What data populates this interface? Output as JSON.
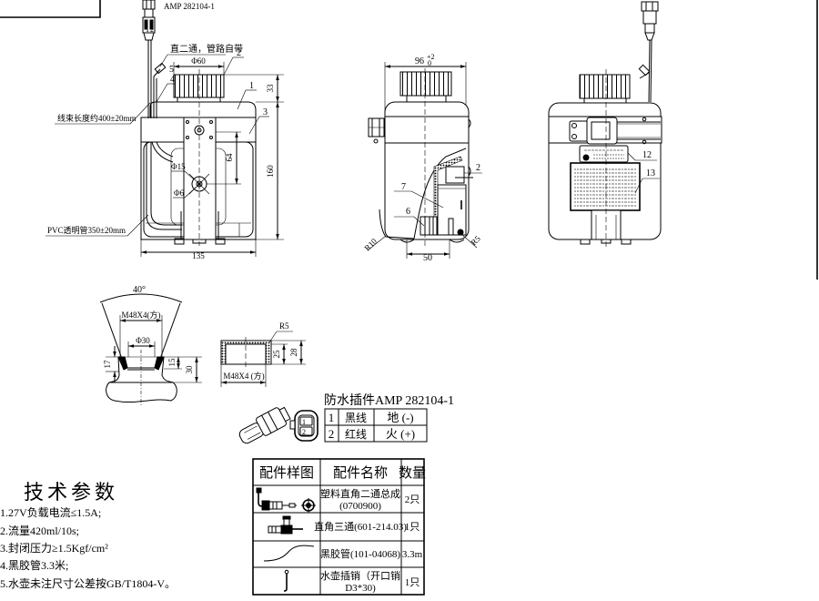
{
  "front_view": {
    "connector_label": "AMP 282104-1",
    "fitting_note": "直二通，管路自带",
    "cap_diameter": "Φ60",
    "harness_length": "线束长度约400±20mm",
    "pvc_tube": "PVC透明管350±20mm",
    "dim_cap_height": "33",
    "dim_body_height": "160",
    "dim_hole_spacing": "64",
    "dim_width": "135",
    "hole_large": "Φ15",
    "hole_small": "Φ6",
    "pin_labels": [
      "1",
      "2"
    ],
    "balloons": [
      "1",
      "2",
      "3",
      "4",
      "5"
    ]
  },
  "side_view": {
    "dim_width": "96",
    "dim_width_tol_upper": "+2",
    "dim_width_tol_lower": "0",
    "dim_bottom": "50",
    "radius_left": "R10",
    "radius_right": "R5",
    "balloons": [
      "2",
      "6",
      "7"
    ]
  },
  "rear_view": {
    "balloons": [
      "12",
      "13"
    ]
  },
  "neck_detail": {
    "angle": "40°",
    "thread": "M48X4(方)",
    "bore": "Φ30",
    "dims": [
      "17",
      "15",
      "30"
    ]
  },
  "cap_detail": {
    "radius": "R5",
    "thread": "M48X4 (方)",
    "dims": [
      "25",
      "28"
    ]
  },
  "connector_table": {
    "title": "防水插件AMP 282104-1",
    "rows": [
      {
        "pin": "1",
        "wire": "黑线",
        "function": "地 (-)"
      },
      {
        "pin": "2",
        "wire": "红线",
        "function": "火 (+)"
      }
    ],
    "face_pins": [
      "1",
      "2"
    ]
  },
  "parts_table": {
    "headers": [
      "配件样图",
      "配件名称",
      "数量"
    ],
    "rows": [
      {
        "icon": "elbow-fitting-icon",
        "name_line1": "塑料直角二通总成",
        "name_line2": "(0700900)",
        "qty": "2只"
      },
      {
        "icon": "tee-fitting-icon",
        "name_line1": "直角三通(601-214.03)",
        "name_line2": "",
        "qty": "1只"
      },
      {
        "icon": "black-hose-icon",
        "name_line1": "黑胶管(101-04068)",
        "name_line2": "",
        "qty": "3.3m"
      },
      {
        "icon": "cotter-pin-icon",
        "name_line1": "水壶插销（开口销",
        "name_line2": "D3*30)",
        "qty": "1只"
      }
    ]
  },
  "tech_params": {
    "title": "技术参数",
    "items": [
      "1.27V负载电流≤1.5A;",
      "2.流量420ml/10s;",
      "3.封闭压力≥1.5Kgf/cm²",
      "4.黑胶管3.3米;",
      "5.水壶未注尺寸公差按GB/T1804-V。"
    ]
  }
}
